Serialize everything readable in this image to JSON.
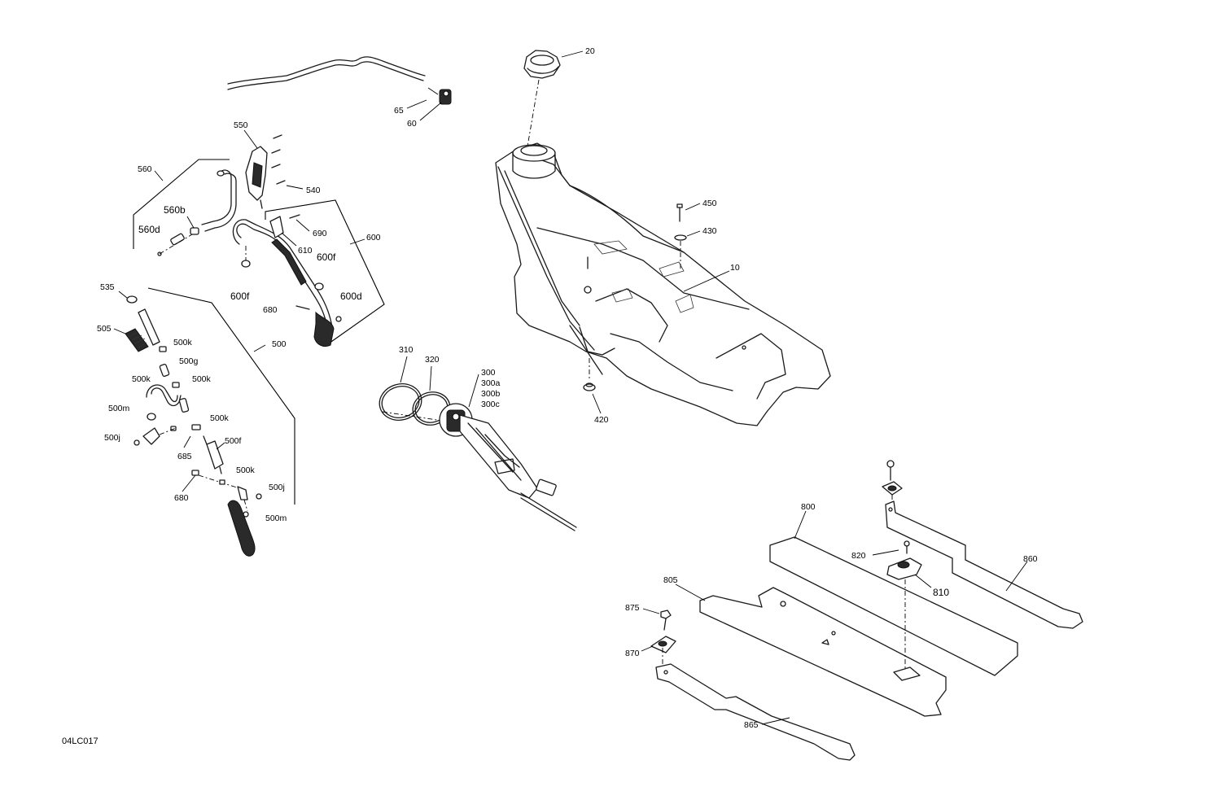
{
  "drawing_ref": "04LC017",
  "callouts": {
    "c10": "10",
    "c20": "20",
    "c60": "60",
    "c65": "65",
    "c300": "300",
    "c300a": "300a",
    "c300b": "300b",
    "c300c": "300c",
    "c310": "310",
    "c320": "320",
    "c420": "420",
    "c430": "430",
    "c450": "450",
    "c500": "500",
    "c500f": "500f",
    "c500g": "500g",
    "c500j_a": "500j",
    "c500j_b": "500j",
    "c500k_a": "500k",
    "c500k_b": "500k",
    "c500k_c": "500k",
    "c500k_d": "500k",
    "c500k_e": "500k",
    "c500m_a": "500m",
    "c500m_b": "500m",
    "c505": "505",
    "c535": "535",
    "c540": "540",
    "c550": "550",
    "c560": "560",
    "c560b": "560b",
    "c560d": "560d",
    "c600": "600",
    "c600d": "600d",
    "c600f_a": "600f",
    "c600f_b": "600f",
    "c610": "610",
    "c680_a": "680",
    "c680_b": "680",
    "c685": "685",
    "c690": "690",
    "c800": "800",
    "c805": "805",
    "c810": "810",
    "c820": "820",
    "c860": "860",
    "c865": "865",
    "c870": "870",
    "c875": "875"
  },
  "colors": {
    "line": "#1a1a1a",
    "background": "#ffffff"
  }
}
